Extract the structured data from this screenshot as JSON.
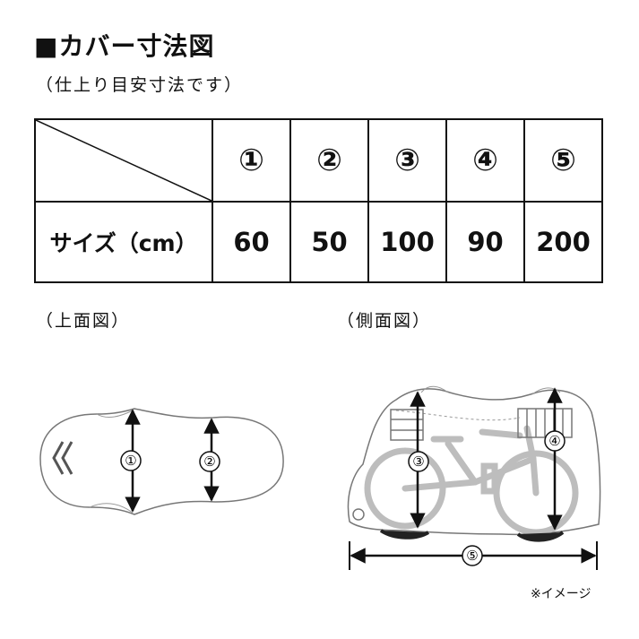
{
  "header": {
    "title": "■カバー寸法図",
    "subtitle": "（仕上り目安寸法です）"
  },
  "table": {
    "columns": [
      "①",
      "②",
      "③",
      "④",
      "⑤"
    ],
    "row_label": "サイズ（cm）",
    "values": [
      "60",
      "50",
      "100",
      "90",
      "200"
    ]
  },
  "views": {
    "top_label": "（上面図）",
    "side_label": "（側面図）"
  },
  "top_view": {
    "markers": [
      "①",
      "②"
    ]
  },
  "side_view": {
    "markers": [
      "③",
      "④",
      "⑤"
    ]
  },
  "note": "※イメージ",
  "colors": {
    "line": "#111111",
    "cover_outline": "#777777",
    "bike": "#bdbdbd"
  }
}
